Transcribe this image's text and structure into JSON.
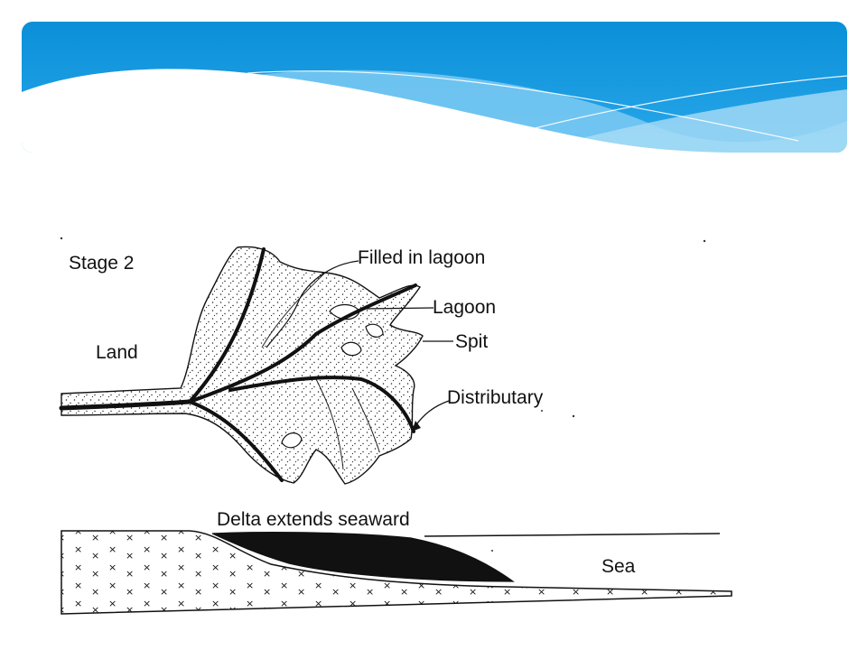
{
  "slide": {
    "banner": {
      "color_dark": "#0a8fd8",
      "color_light": "#8fd0f3"
    }
  },
  "diagram": {
    "stage_label": "Stage 2",
    "labels": {
      "land": "Land",
      "filled_in_lagoon": "Filled in lagoon",
      "lagoon": "Lagoon",
      "spit": "Spit",
      "distributary": "Distributary",
      "delta_extends_seaward": "Delta extends seaward",
      "sea": "Sea"
    }
  }
}
